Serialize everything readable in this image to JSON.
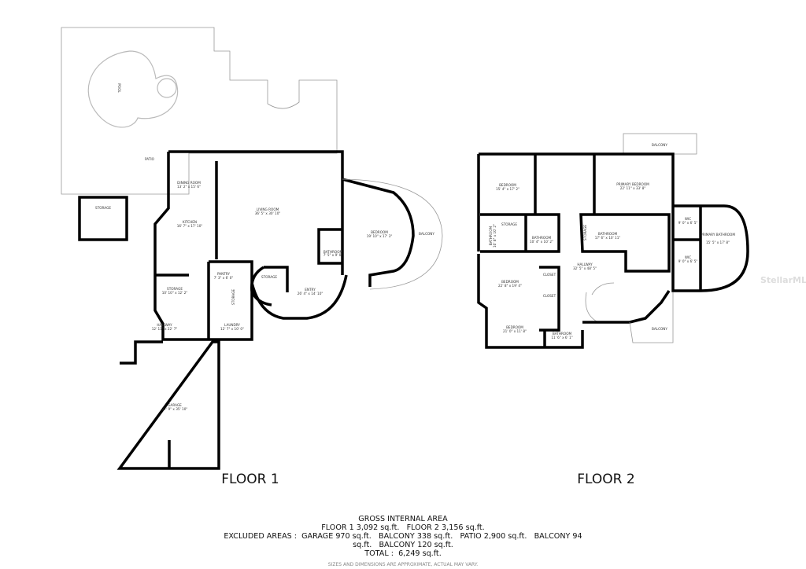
{
  "floor1": {
    "title": "FLOOR 1",
    "rooms": {
      "pool": "POOL",
      "patio": "PATIO",
      "storage_out": "STORAGE",
      "dining": {
        "name": "DINING ROOM",
        "dim": "13' 2\" x 15' 6\""
      },
      "kitchen": {
        "name": "KITCHEN",
        "dim": "16' 7\" x 17' 10\""
      },
      "living": {
        "name": "LIVING ROOM",
        "dim": "36' 5\" x 30' 10\""
      },
      "bedroom": {
        "name": "BEDROOM",
        "dim": "19' 10\" x 17' 3\""
      },
      "balcony": "BALCONY",
      "bathroom": {
        "name": "BATHROOM",
        "dim": "7' 5\" x 9' 0\""
      },
      "pantry": {
        "name": "PANTRY",
        "dim": "7' 3\" x 6' 0\""
      },
      "storage_stair": "STORAGE",
      "storage_small": "STORAGE",
      "storage": {
        "name": "STORAGE",
        "dim": "10' 10\" x 12' 2\""
      },
      "entry": {
        "name": "ENTRY",
        "dim": "26' 4\" x 14' 10\""
      },
      "hallway": {
        "name": "HALLWAY",
        "dim": "12' 11\" x 22' 7\""
      },
      "laundry": {
        "name": "LAUNDRY",
        "dim": "12' 7\" x 10' 0\""
      },
      "garage": {
        "name": "GARAGE",
        "dim": "27' 9\" x 35' 10\""
      }
    }
  },
  "floor2": {
    "title": "FLOOR 2",
    "rooms": {
      "balcony_top": "BALCONY",
      "bedroom1": {
        "name": "BEDROOM",
        "dim": "15' 4\" x 17' 2\""
      },
      "primary_bedroom": {
        "name": "PRIMARY BEDROOM",
        "dim": "22' 11\" x 33' 8\""
      },
      "bathroom_v": {
        "name": "BATHROOM",
        "dim": "10' 8\" x 10' 2\""
      },
      "storage1": "STORAGE",
      "bathroom2": {
        "name": "BATHROOM",
        "dim": "10' 4\" x 10' 2\""
      },
      "storage2": "STORAGE",
      "bathroom3": {
        "name": "BATHROOM",
        "dim": "17' 6\" x 10' 11\""
      },
      "wic1": {
        "name": "WIC",
        "dim": "9' 0\" x 6' 5\""
      },
      "primary_bathroom": {
        "name": "PRIMARY BATHROOM",
        "dim": "15' 5\" x 17' 8\""
      },
      "wic2": {
        "name": "WIC",
        "dim": "9' 0\" x 6' 5\""
      },
      "hallway": {
        "name": "HALLWAY",
        "dim": "32' 5\" x 48' 5\""
      },
      "bedroom2": {
        "name": "BEDROOM",
        "dim": "22' 8\" x 19' 4\""
      },
      "closet1": "CLOSET",
      "closet2": "CLOSET",
      "bedroom3": {
        "name": "BEDROOM",
        "dim": "21' 0\" x 11' 8\""
      },
      "bathroom4": {
        "name": "BATHROOM",
        "dim": "11' 6\" x 6' 1\""
      },
      "balcony_bottom": "BALCONY"
    }
  },
  "summary": {
    "heading": "GROSS INTERNAL AREA",
    "floors": "FLOOR 1 3,092 sq.ft.   FLOOR 2 3,156 sq.ft.",
    "excluded_line1": "EXCLUDED AREAS :  GARAGE 970 sq.ft.   BALCONY 338 sq.ft.   PATIO 2,900 sq.ft.   BALCONY 94",
    "excluded_line2": "sq.ft.   BALCONY 120 sq.ft.",
    "total": "TOTAL :  6,249 sq.ft.",
    "disclaimer": "SIZES AND DIMENSIONS ARE APPROXIMATE, ACTUAL MAY VARY."
  },
  "watermark": "StellarMLS"
}
